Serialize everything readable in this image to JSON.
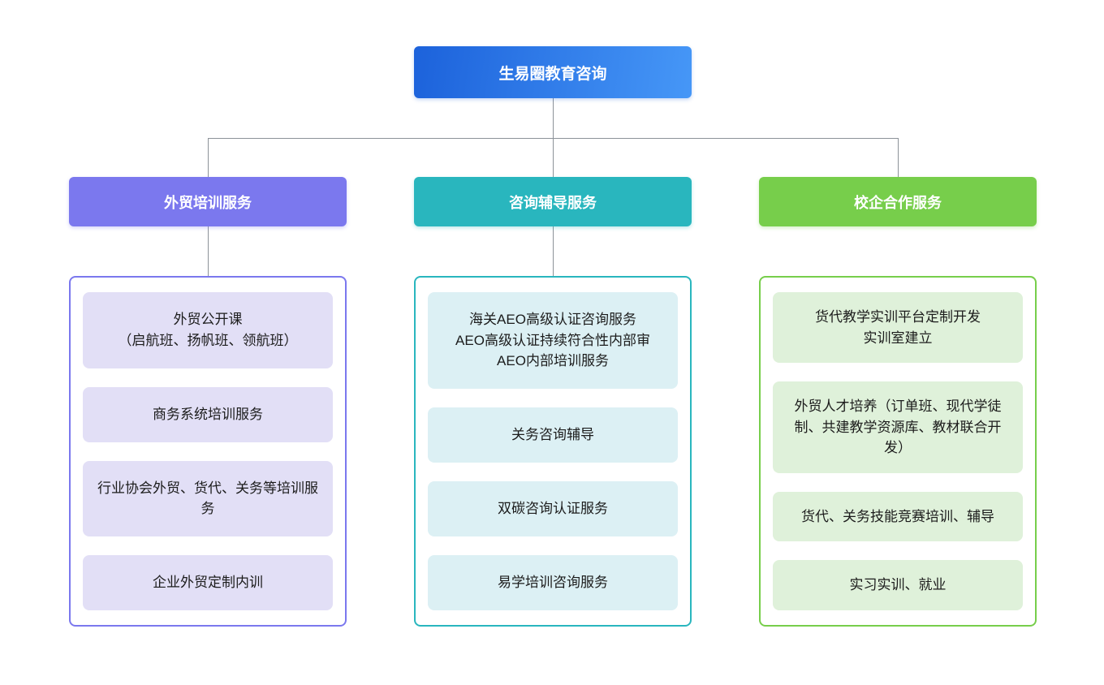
{
  "root": {
    "label": "生易圈教育咨询"
  },
  "colors": {
    "root_gradient_start": "#1C62DB",
    "root_gradient_end": "#4697F7",
    "branch1_accent": "#7B78EE",
    "branch1_item_bg": "#E2DFF6",
    "branch2_accent": "#29B6BE",
    "branch2_item_bg": "#DCF0F4",
    "branch3_accent": "#77CE4B",
    "branch3_item_bg": "#DFF1DA",
    "connector_line": "#8C9299",
    "item_text": "#1c1c1c",
    "node_text": "#ffffff"
  },
  "branches": [
    {
      "label": "外贸培训服务",
      "items": [
        "外贸公开课\n（启航班、扬帆班、领航班）",
        "商务系统培训服务",
        "行业协会外贸、货代、关务等培训服务",
        "企业外贸定制内训"
      ]
    },
    {
      "label": "咨询辅导服务",
      "items": [
        "海关AEO高级认证咨询服务\nAEO高级认证持续符合性内部审\nAEO内部培训服务",
        "关务咨询辅导",
        "双碳咨询认证服务",
        "易学培训咨询服务"
      ]
    },
    {
      "label": "校企合作服务",
      "items": [
        "货代教学实训平台定制开发\n实训室建立",
        "外贸人才培养（订单班、现代学徒制、共建教学资源库、教材联合开发）",
        "货代、关务技能竞赛培训、辅导",
        "实习实训、就业"
      ]
    }
  ]
}
